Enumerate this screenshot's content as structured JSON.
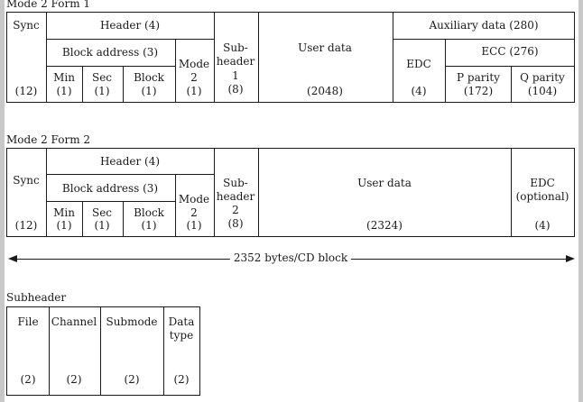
{
  "form1": {
    "title": "Mode 2 Form 1",
    "sync": "Sync",
    "sync_n": "(12)",
    "header": "Header (4)",
    "block_address": "Block address (3)",
    "min": "Min",
    "min_n": "(1)",
    "sec": "Sec",
    "sec_n": "(1)",
    "block": "Block",
    "block_n": "(1)",
    "mode": "Mode",
    "mode_v": "2",
    "mode_n": "(1)",
    "sub1": "Sub-",
    "sub2": "header",
    "sub3": "1",
    "sub_n": "(8)",
    "user_data": "User data",
    "user_n": "(2048)",
    "aux": "Auxiliary data (280)",
    "edc": "EDC",
    "edc_n": "(4)",
    "ecc": "ECC (276)",
    "p_parity": "P parity",
    "p_n": "(172)",
    "q_parity": "Q parity",
    "q_n": "(104)"
  },
  "form2": {
    "title": "Mode 2 Form 2",
    "sync": "Sync",
    "sync_n": "(12)",
    "header": "Header (4)",
    "block_address": "Block address (3)",
    "min": "Min",
    "min_n": "(1)",
    "sec": "Sec",
    "sec_n": "(1)",
    "block": "Block",
    "block_n": "(1)",
    "mode": "Mode",
    "mode_v": "2",
    "mode_n": "(1)",
    "sub1": "Sub-",
    "sub2": "header",
    "sub3": "2",
    "sub_n": "(8)",
    "user_data": "User data",
    "user_n": "(2324)",
    "edc1": "EDC",
    "edc2": "(optional)",
    "edc_n": "(4)"
  },
  "arrow_label": "2352 bytes/CD block",
  "subheader": {
    "title": "Subheader",
    "file": "File",
    "file_n": "(2)",
    "channel": "Channel",
    "channel_n": "(2)",
    "submode": "Submode",
    "submode_n": "(2)",
    "data1": "Data",
    "data2": "type",
    "data_n": "(2)"
  }
}
